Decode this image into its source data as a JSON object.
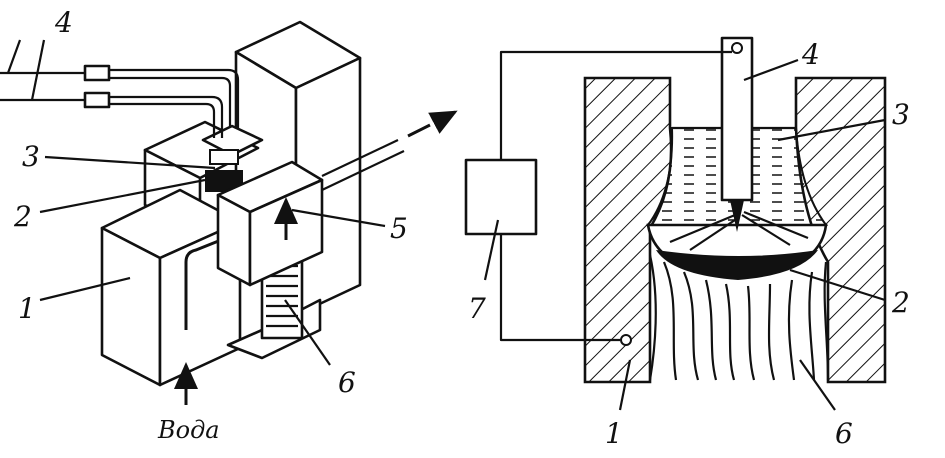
{
  "left_view": {
    "labels": {
      "l1": "1",
      "l2": "2",
      "l3": "3",
      "l4": "4",
      "l5": "5",
      "l6": "6",
      "water": "Вода"
    }
  },
  "right_view": {
    "labels": {
      "r1": "1",
      "r2": "2",
      "r3": "3",
      "r4": "4",
      "r6": "6",
      "r7": "7"
    }
  },
  "colors": {
    "ink": "#111111",
    "paper": "#ffffff"
  }
}
